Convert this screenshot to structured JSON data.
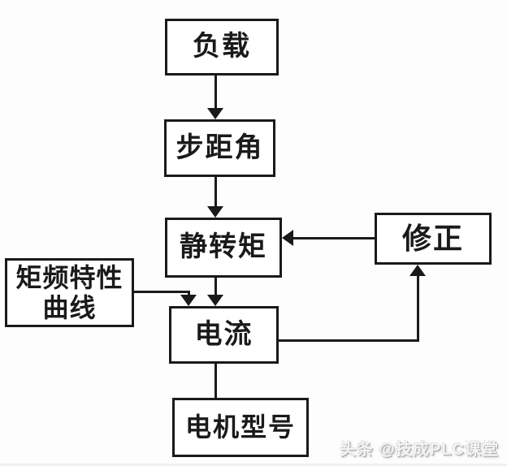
{
  "diagram": {
    "nodes": {
      "load": "负载",
      "step_angle": "步距角",
      "static_torque": "静转矩",
      "current": "电流",
      "motor_model": "电机型号",
      "correction": "修正",
      "torque_freq_curve_line1": "矩频特性",
      "torque_freq_curve_line2": "曲线"
    },
    "edges": [
      {
        "from": "load",
        "to": "step_angle",
        "arrow": true
      },
      {
        "from": "step_angle",
        "to": "static_torque",
        "arrow": true
      },
      {
        "from": "static_torque",
        "to": "current",
        "arrow": true
      },
      {
        "from": "correction",
        "to": "static_torque",
        "arrow": true
      },
      {
        "from": "torque_freq_curve",
        "to": "current",
        "arrow": true
      },
      {
        "from": "current",
        "to": "correction",
        "arrow": true
      },
      {
        "from": "current",
        "to": "motor_model",
        "arrow": false
      }
    ],
    "colors": {
      "line": "#1a1a1a",
      "node_fill": "#ffffff",
      "node_border": "#1a1a1a",
      "background": "#fdfdfd",
      "watermark": "#c9c9c9"
    }
  },
  "watermark": {
    "text": "头条 @技成PLC课堂"
  }
}
